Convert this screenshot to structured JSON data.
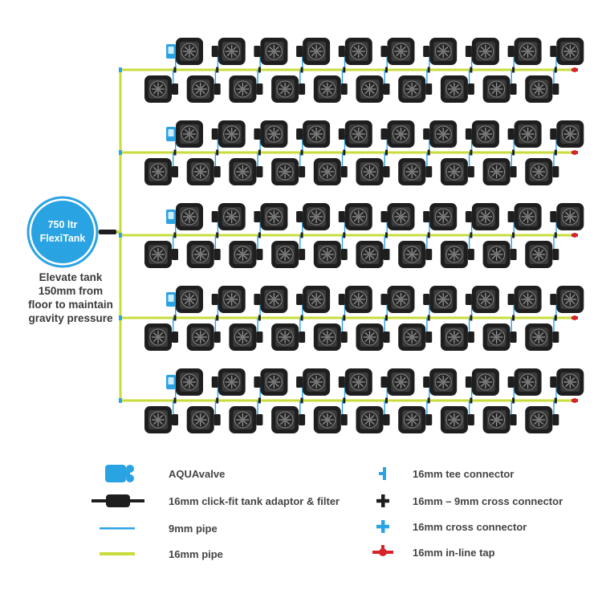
{
  "tank": {
    "label_line1": "750 ltr",
    "label_line2": "FlexiTank",
    "color": "#2aa3e3"
  },
  "note": {
    "lines": [
      "Elevate tank",
      "150mm from",
      "floor to maintain",
      "gravity pressure"
    ]
  },
  "layout": {
    "rows": 5,
    "top_pots_per_row": 10,
    "bottom_pots_per_row": 10
  },
  "colors": {
    "pipe_16mm": "#c8dc3c",
    "pipe_9mm": "#2aa3e3",
    "pot": "#1e1e1e",
    "tap": "#d6242a",
    "aquavalve": "#2aa3e3"
  },
  "legend": {
    "left": [
      {
        "icon": "aquavalve-icon",
        "label": "AQUAvalve"
      },
      {
        "icon": "tank-adaptor-filter-icon",
        "label": "16mm click-fit tank adaptor & filter"
      },
      {
        "icon": "pipe-9mm-icon",
        "label": "9mm pipe"
      },
      {
        "icon": "pipe-16mm-icon",
        "label": "16mm pipe"
      }
    ],
    "right": [
      {
        "icon": "tee-connector-icon",
        "label": "16mm tee connector"
      },
      {
        "icon": "cross-connector-16-9-icon",
        "label": "16mm – 9mm cross connector"
      },
      {
        "icon": "cross-connector-16-icon",
        "label": "16mm cross connector"
      },
      {
        "icon": "inline-tap-icon",
        "label": "16mm in-line tap"
      }
    ]
  }
}
